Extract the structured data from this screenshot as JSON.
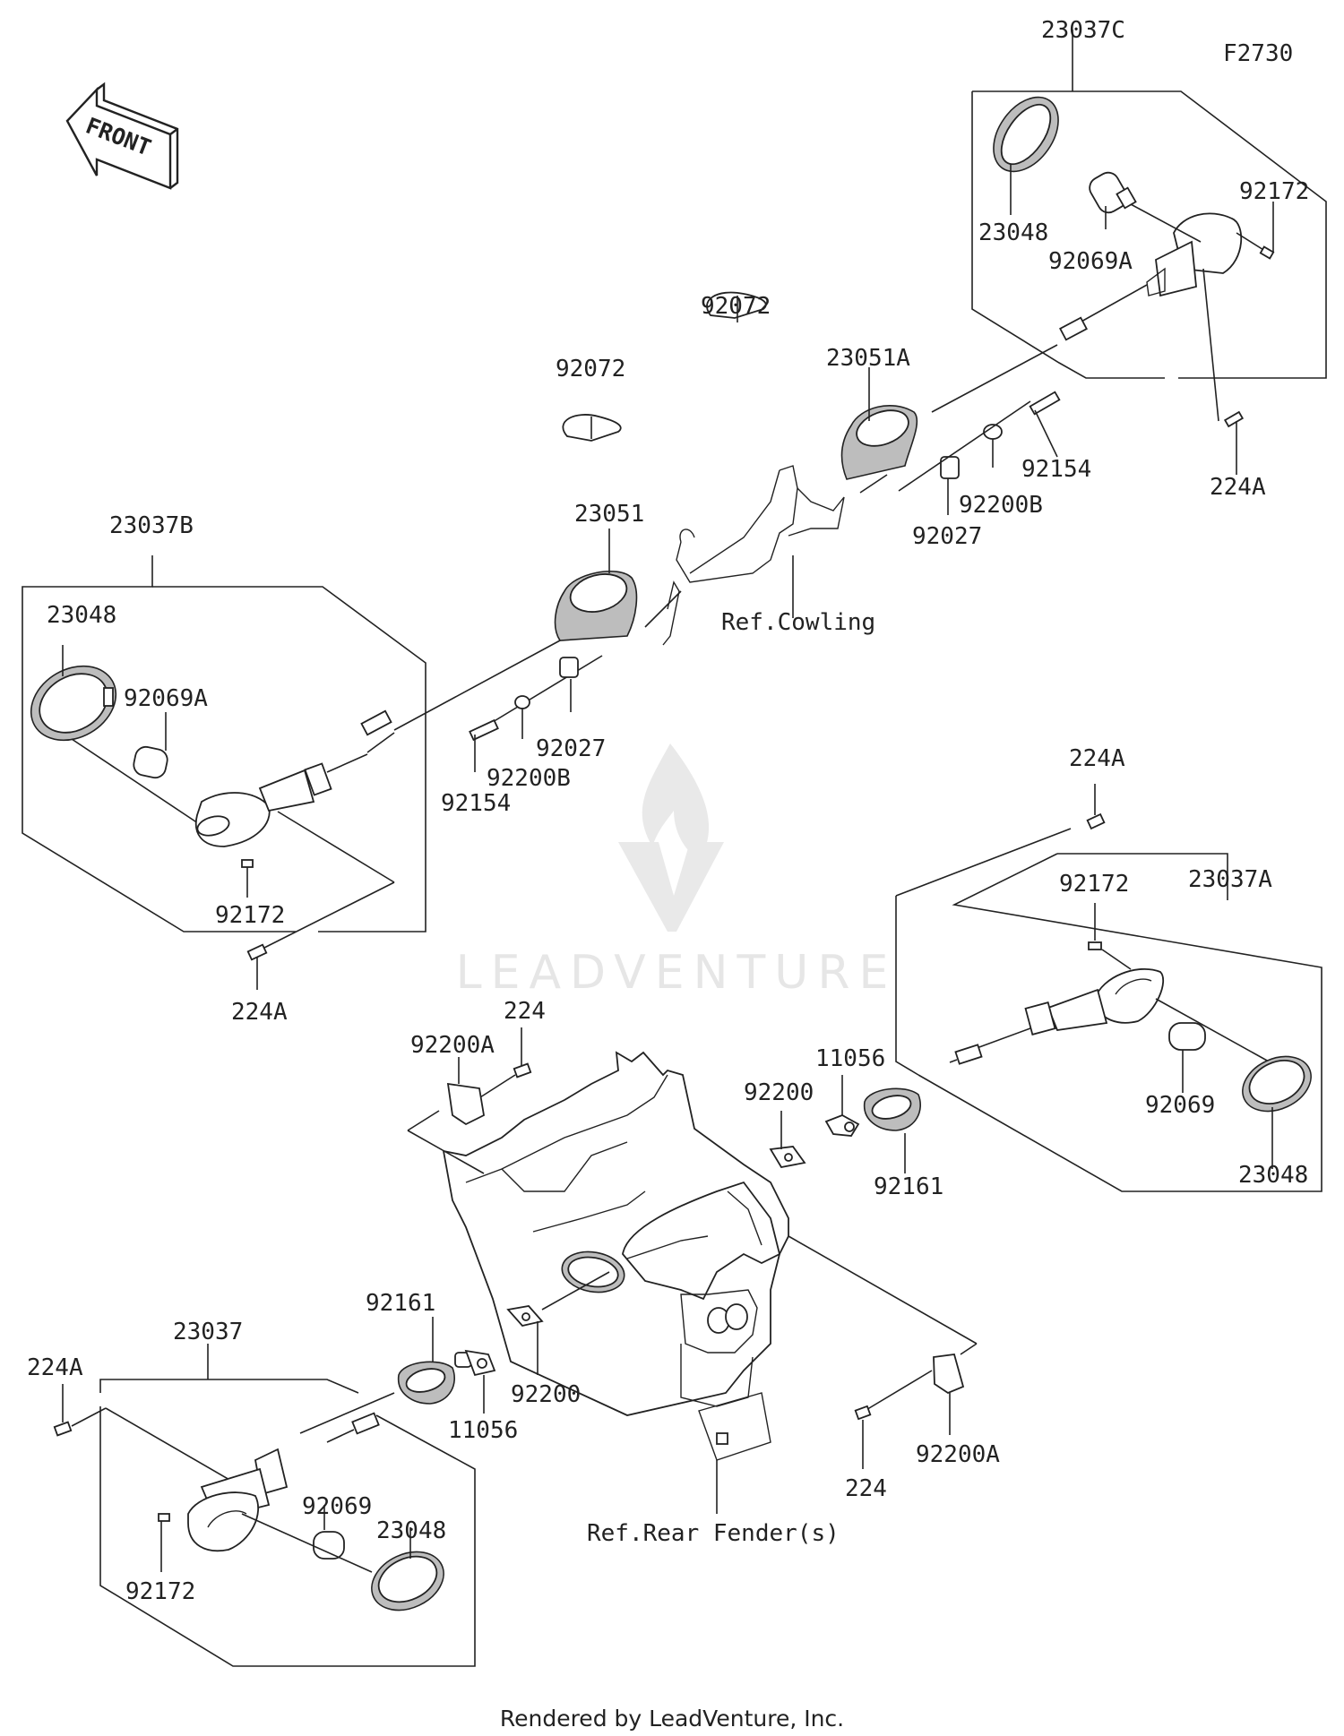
{
  "diagram_code": "F2730",
  "front_label": "FRONT",
  "watermark": "LEADVENTURE",
  "footer": "Rendered by LeadVenture, Inc.",
  "labels": {
    "l_23037C": "23037C",
    "l_23048_tr": "23048",
    "l_92069A_tr": "92069A",
    "l_92172_tr": "92172",
    "l_224A_tr": "224A",
    "l_92072_r": "92072",
    "l_92072_l": "92072",
    "l_23051A": "23051A",
    "l_92154_r": "92154",
    "l_92200B_r": "92200B",
    "l_92027_r": "92027",
    "l_23051": "23051",
    "l_ref_cowling": "Ref.Cowling",
    "l_23037B": "23037B",
    "l_23048_l": "23048",
    "l_92069A_l": "92069A",
    "l_92027_l": "92027",
    "l_92200B_l": "92200B",
    "l_92154_l": "92154",
    "l_92172_l": "92172",
    "l_224A_l": "224A",
    "l_224A_mr": "224A",
    "l_23037A": "23037A",
    "l_92172_mr": "92172",
    "l_92069_mr": "92069",
    "l_23048_mr": "23048",
    "l_11056_r": "11056",
    "l_92200_r": "92200",
    "l_92161_r": "92161",
    "l_92200A_l": "92200A",
    "l_224_l": "224",
    "l_23037": "23037",
    "l_224A_bl": "224A",
    "l_92161_b": "92161",
    "l_11056_b": "11056",
    "l_92200_b": "92200",
    "l_92069_b": "92069",
    "l_23048_b": "23048",
    "l_92172_b": "92172",
    "l_224_b": "224",
    "l_92200A_b": "92200A",
    "l_ref_rear_fender": "Ref.Rear Fender(s)"
  }
}
